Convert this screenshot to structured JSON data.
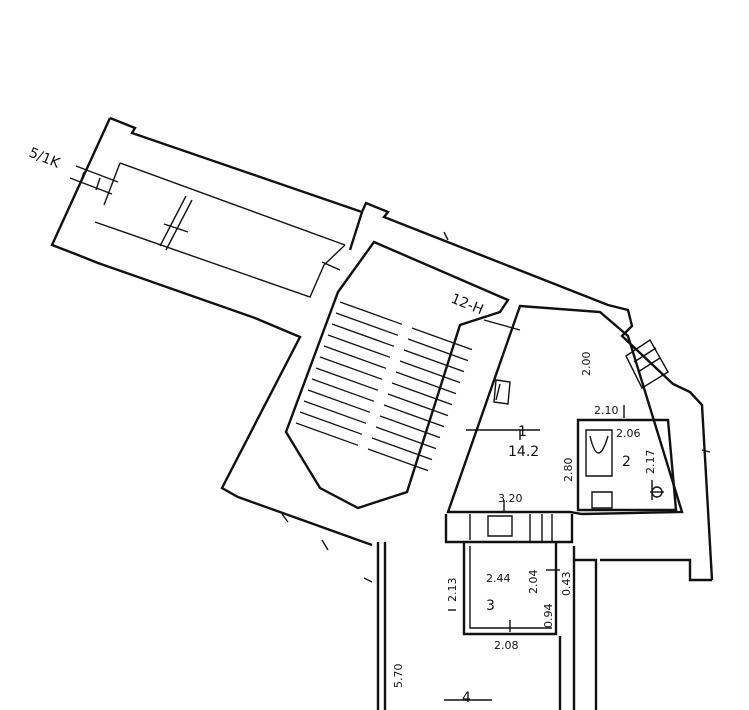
{
  "labels": {
    "balcony": "5/1K",
    "corridor": "12-Н",
    "room1_number": "1",
    "room1_area": "14.2",
    "room2_number": "2",
    "room3_number": "3",
    "room4_number": "4"
  },
  "dimensions": {
    "d200": "2.00",
    "d210": "2.10",
    "d206": "2.06",
    "d280": "2.80",
    "d217": "2.17",
    "d320": "3.20",
    "d213": "2.13",
    "d244": "2.44",
    "d204": "2.04",
    "d043": "0.43",
    "d094": "0.94",
    "d208": "2.08",
    "d570": "5.70"
  },
  "colors": {
    "line": "#111111",
    "background": "#ffffff"
  }
}
